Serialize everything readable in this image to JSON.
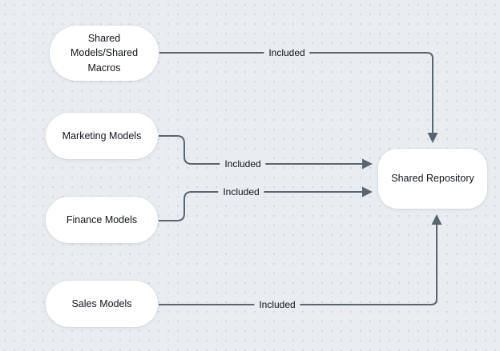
{
  "diagram": {
    "title": "",
    "colors": {
      "background": "#e9edf1",
      "grid_dot": "#cdd4db",
      "node_fill": "#ffffff",
      "arrow": "#5b6571",
      "text": "#10141c"
    },
    "nodes": [
      {
        "id": "shared-models-shared-macros",
        "label": "Shared Models/Shared Macros"
      },
      {
        "id": "marketing-models",
        "label": "Marketing Models"
      },
      {
        "id": "finance-models",
        "label": "Finance Models"
      },
      {
        "id": "sales-models",
        "label": "Sales Models"
      },
      {
        "id": "shared-repository",
        "label": "Shared Repository"
      }
    ],
    "edges": [
      {
        "from": "Shared Models/Shared Macros",
        "to": "Shared Repository",
        "label": "Included"
      },
      {
        "from": "Marketing Models",
        "to": "Shared Repository",
        "label": "Included"
      },
      {
        "from": "Finance Models",
        "to": "Shared Repository",
        "label": "Included"
      },
      {
        "from": "Sales Models",
        "to": "Shared Repository",
        "label": "Included"
      }
    ]
  }
}
